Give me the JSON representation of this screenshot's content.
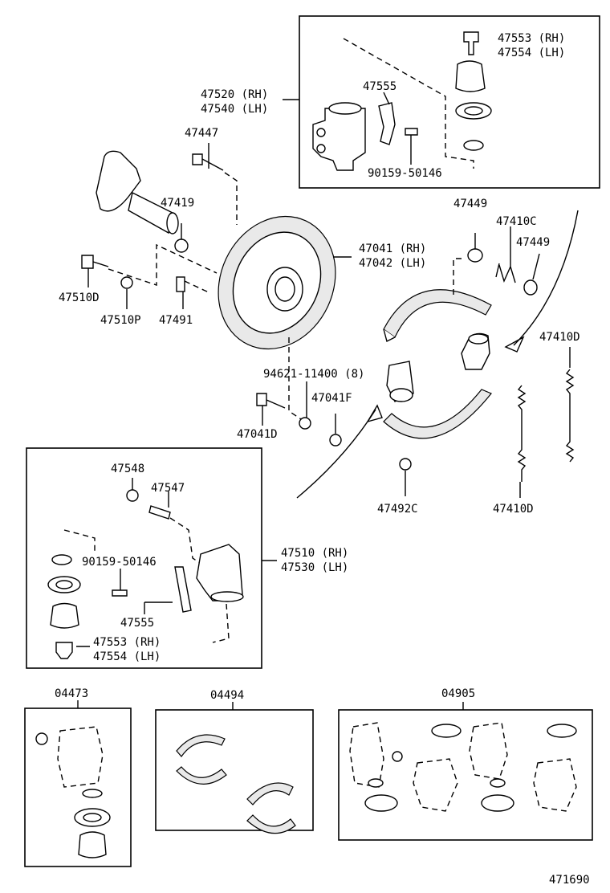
{
  "labels": {
    "l47553a": "47553 (RH)",
    "l47554a": "47554 (LH)",
    "l47520": "47520 (RH)",
    "l47540": "47540 (LH)",
    "l47555a": "47555",
    "l90159a": "90159-50146",
    "l47447": "47447",
    "l47419": "47419",
    "l47510d": "47510D",
    "l47510p": "47510P",
    "l47491": "47491",
    "l47041": "47041 (RH)",
    "l47042": "47042 (LH)",
    "l47449a": "47449",
    "l47410c": "47410C",
    "l47449b": "47449",
    "l47410d_top": "47410D",
    "l94621": "94621-11400 (8)",
    "l47041f": "47041F",
    "l47041d": "47041D",
    "l47492c": "47492C",
    "l47410d_bot": "47410D",
    "l47548": "47548",
    "l47547": "47547",
    "l90159b": "90159-50146",
    "l47510": "47510 (RH)",
    "l47530": "47530 (LH)",
    "l47555b": "47555",
    "l47553b": "47553 (RH)",
    "l47554b": "47554 (LH)",
    "l04473": "04473",
    "l04494": "04494",
    "l04905": "04905",
    "l471690": "471690"
  }
}
